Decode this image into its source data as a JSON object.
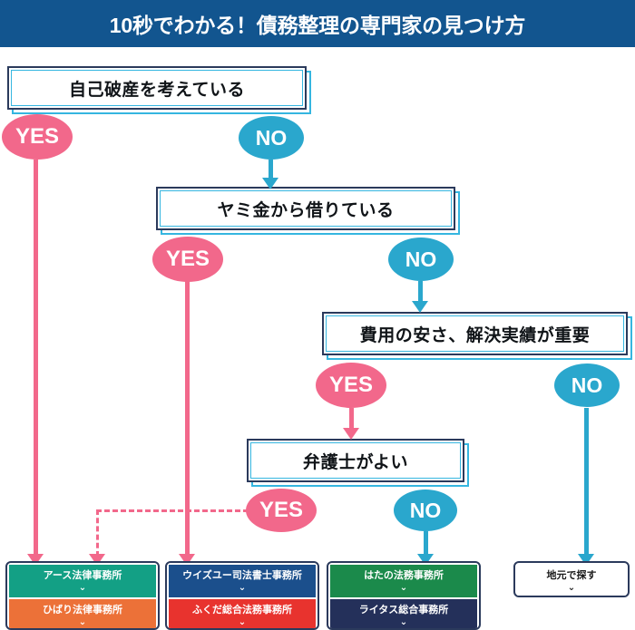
{
  "header": {
    "title": "10秒でわかる！債務整理の専門家の見つけ方",
    "bg_color": "#12558f",
    "text_color": "#ffffff"
  },
  "colors": {
    "yes": "#f2688b",
    "no": "#2aa7cd",
    "box_border": "#2b3a5c",
    "box_accent": "#35b6e0"
  },
  "decisions": [
    {
      "id": "q1",
      "label": "自己破産を考えている"
    },
    {
      "id": "q2",
      "label": "ヤミ金から借りている"
    },
    {
      "id": "q3",
      "label": "費用の安さ、解決実績が重要"
    },
    {
      "id": "q4",
      "label": "弁護士がよい"
    }
  ],
  "branches": [
    {
      "id": "q1-yes",
      "label": "YES",
      "type": "yes"
    },
    {
      "id": "q1-no",
      "label": "NO",
      "type": "no"
    },
    {
      "id": "q2-yes",
      "label": "YES",
      "type": "yes"
    },
    {
      "id": "q2-no",
      "label": "NO",
      "type": "no"
    },
    {
      "id": "q3-yes",
      "label": "YES",
      "type": "yes"
    },
    {
      "id": "q3-no",
      "label": "NO",
      "type": "no"
    },
    {
      "id": "q4-yes",
      "label": "YES",
      "type": "yes"
    },
    {
      "id": "q4-no",
      "label": "NO",
      "type": "no"
    }
  ],
  "results": {
    "chevron": "⌄",
    "groups": [
      {
        "id": "group-1",
        "items": [
          {
            "label": "アース法律事務所",
            "color": "#13a085"
          },
          {
            "label": "ひばり法律事務所",
            "color": "#ec7138"
          }
        ]
      },
      {
        "id": "group-2",
        "items": [
          {
            "label": "ウイズユー司法書士事務所",
            "color": "#1b4f8c"
          },
          {
            "label": "ふくだ総合法務事務所",
            "color": "#e8332e"
          }
        ]
      },
      {
        "id": "group-3",
        "items": [
          {
            "label": "はたの法務事務所",
            "color": "#1b8a4b"
          },
          {
            "label": "ライタス総合事務所",
            "color": "#24305a"
          }
        ]
      },
      {
        "id": "group-4",
        "items": [
          {
            "label": "地元で探す",
            "color": "#ffffff"
          }
        ]
      }
    ]
  }
}
